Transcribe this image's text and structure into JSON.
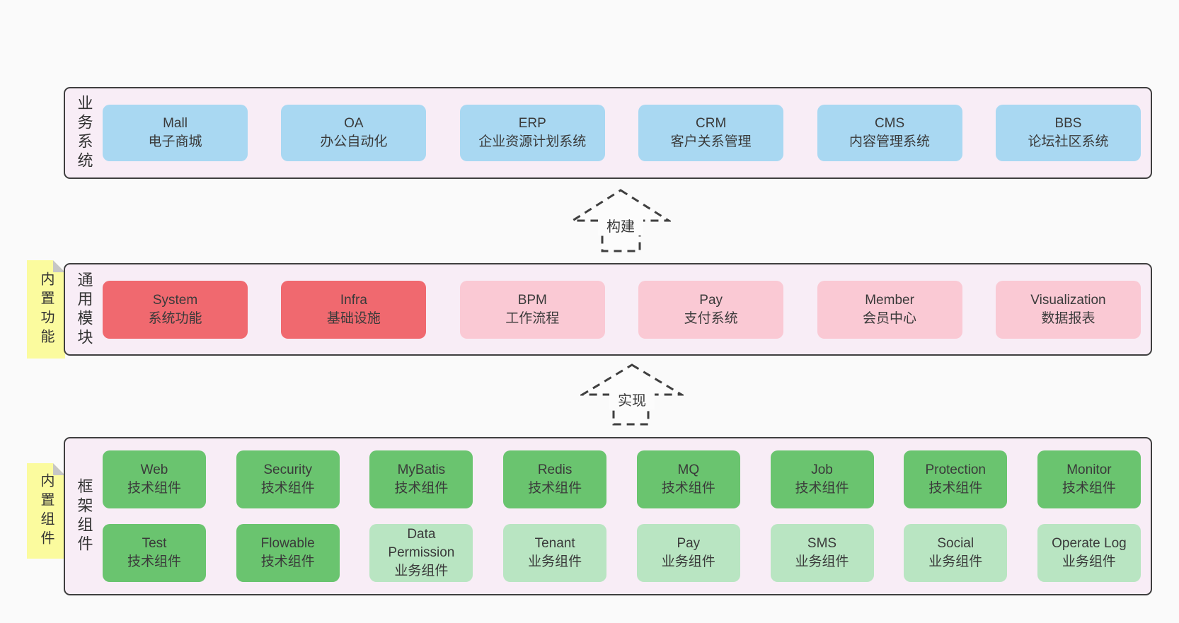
{
  "colors": {
    "page_bg": "#fafafa",
    "layer_bg": "#f8edf6",
    "layer_border": "#3f3f3f",
    "blue": "#a9d8f2",
    "red": "#f0696f",
    "pink": "#fac9d4",
    "green": "#6ac46f",
    "light_green": "#b9e5c2",
    "sticky_yellow": "#fbfb9e",
    "text": "#3a3a3a"
  },
  "layers": [
    {
      "label": "业务系统",
      "boxes": [
        {
          "name": "Mall",
          "sub": "电子商城",
          "color": "blue"
        },
        {
          "name": "OA",
          "sub": "办公自动化",
          "color": "blue"
        },
        {
          "name": "ERP",
          "sub": "企业资源计划系统",
          "color": "blue"
        },
        {
          "name": "CRM",
          "sub": "客户关系管理",
          "color": "blue"
        },
        {
          "name": "CMS",
          "sub": "内容管理系统",
          "color": "blue"
        },
        {
          "name": "BBS",
          "sub": "论坛社区系统",
          "color": "blue"
        }
      ]
    },
    {
      "label": "通用模块",
      "sticky": "内置功能",
      "boxes": [
        {
          "name": "System",
          "sub": "系统功能",
          "color": "red"
        },
        {
          "name": "Infra",
          "sub": "基础设施",
          "color": "red"
        },
        {
          "name": "BPM",
          "sub": "工作流程",
          "color": "pink"
        },
        {
          "name": "Pay",
          "sub": "支付系统",
          "color": "pink"
        },
        {
          "name": "Member",
          "sub": "会员中心",
          "color": "pink"
        },
        {
          "name": "Visualization",
          "sub": "数据报表",
          "color": "pink"
        }
      ]
    },
    {
      "label": "框架组件",
      "sticky": "内置组件",
      "rows": [
        [
          {
            "name": "Web",
            "sub": "技术组件",
            "color": "green"
          },
          {
            "name": "Security",
            "sub": "技术组件",
            "color": "green"
          },
          {
            "name": "MyBatis",
            "sub": "技术组件",
            "color": "green"
          },
          {
            "name": "Redis",
            "sub": "技术组件",
            "color": "green"
          },
          {
            "name": "MQ",
            "sub": "技术组件",
            "color": "green"
          },
          {
            "name": "Job",
            "sub": "技术组件",
            "color": "green"
          },
          {
            "name": "Protection",
            "sub": "技术组件",
            "color": "green"
          },
          {
            "name": "Monitor",
            "sub": "技术组件",
            "color": "green"
          }
        ],
        [
          {
            "name": "Test",
            "sub": "技术组件",
            "color": "green"
          },
          {
            "name": "Flowable",
            "sub": "技术组件",
            "color": "green"
          },
          {
            "name": "Data Permission",
            "sub": "业务组件",
            "color": "light_green"
          },
          {
            "name": "Tenant",
            "sub": "业务组件",
            "color": "light_green"
          },
          {
            "name": "Pay",
            "sub": "业务组件",
            "color": "light_green"
          },
          {
            "name": "SMS",
            "sub": "业务组件",
            "color": "light_green"
          },
          {
            "name": "Social",
            "sub": "业务组件",
            "color": "light_green"
          },
          {
            "name": "Operate Log",
            "sub": "业务组件",
            "color": "light_green"
          }
        ]
      ]
    }
  ],
  "arrows": [
    {
      "label": "构建"
    },
    {
      "label": "实现"
    }
  ]
}
